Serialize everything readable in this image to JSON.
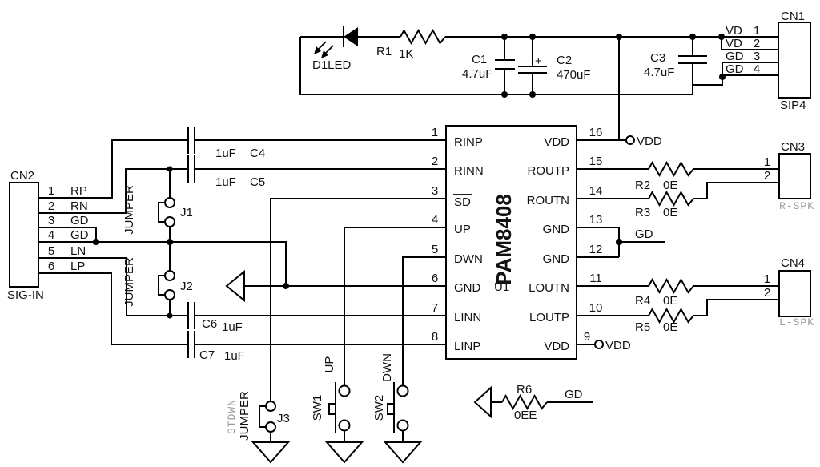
{
  "schematic": {
    "nets": {
      "vdd": "VDD",
      "gd": "GD"
    },
    "power": {
      "d1": {
        "label": "D1LED"
      },
      "r1": {
        "ref": "R1",
        "value": "1K"
      },
      "c1": {
        "ref": "C1",
        "value": "4.7uF"
      },
      "c2": {
        "ref": "C2",
        "value": "470uF",
        "plus": "+"
      },
      "c3": {
        "ref": "C3",
        "value": "4.7uF"
      },
      "cn1": {
        "ref": "CN1",
        "footprint": "SIP4",
        "pins": [
          {
            "num": "1",
            "name": "VD"
          },
          {
            "num": "2",
            "name": "VD"
          },
          {
            "num": "3",
            "name": "GD"
          },
          {
            "num": "4",
            "name": "GD"
          }
        ]
      }
    },
    "ic": {
      "ref": "U1",
      "part": "PAM8408",
      "left_pins": [
        {
          "num": "1",
          "name": "RINP"
        },
        {
          "num": "2",
          "name": "RINN"
        },
        {
          "num": "3",
          "name": "SD"
        },
        {
          "num": "4",
          "name": "UP"
        },
        {
          "num": "5",
          "name": "DWN"
        },
        {
          "num": "6",
          "name": "GND"
        },
        {
          "num": "7",
          "name": "LINN"
        },
        {
          "num": "8",
          "name": "LINP"
        }
      ],
      "right_pins": [
        {
          "num": "16",
          "name": "VDD"
        },
        {
          "num": "15",
          "name": "ROUTP"
        },
        {
          "num": "14",
          "name": "ROUTN"
        },
        {
          "num": "13",
          "name": "GND"
        },
        {
          "num": "12",
          "name": "GND"
        },
        {
          "num": "11",
          "name": "LOUTN"
        },
        {
          "num": "10",
          "name": "LOUTP"
        },
        {
          "num": "9",
          "name": "VDD"
        }
      ]
    },
    "input": {
      "cn2": {
        "ref": "CN2",
        "label": "SIG-IN",
        "pins": [
          {
            "num": "1",
            "name": "RP"
          },
          {
            "num": "2",
            "name": "RN"
          },
          {
            "num": "3",
            "name": "GD"
          },
          {
            "num": "4",
            "name": "GD"
          },
          {
            "num": "5",
            "name": "LN"
          },
          {
            "num": "6",
            "name": "LP"
          }
        ]
      },
      "c4": {
        "ref": "C4",
        "value": "1uF"
      },
      "c5": {
        "ref": "C5",
        "value": "1uF"
      },
      "c6": {
        "ref": "C6",
        "value": "1uF"
      },
      "c7": {
        "ref": "C7",
        "value": "1uF"
      },
      "j1": {
        "ref": "J1",
        "label": "JUMPER"
      },
      "j2": {
        "ref": "J2",
        "label": "JUMPER"
      }
    },
    "controls": {
      "j3": {
        "ref": "J3",
        "label": "JUMPER",
        "note": "STDWN"
      },
      "sw1": {
        "ref": "SW1",
        "signal": "UP"
      },
      "sw2": {
        "ref": "SW2",
        "signal": "DWN"
      },
      "r6": {
        "ref": "R6",
        "value": "0EE",
        "net": "GD"
      }
    },
    "output": {
      "r2": {
        "ref": "R2",
        "value": "0E"
      },
      "r3": {
        "ref": "R3",
        "value": "0E"
      },
      "r4": {
        "ref": "R4",
        "value": "0E"
      },
      "r5": {
        "ref": "R5",
        "value": "0E"
      },
      "cn3": {
        "ref": "CN3",
        "label": "R-SPK",
        "pins": [
          {
            "num": "1"
          },
          {
            "num": "2"
          }
        ]
      },
      "cn4": {
        "ref": "CN4",
        "label": "L-SPK",
        "pins": [
          {
            "num": "1"
          },
          {
            "num": "2"
          }
        ]
      }
    },
    "colors": {
      "line": "#000000",
      "muted": "#9b9b9b",
      "bg": "#ffffff"
    }
  }
}
